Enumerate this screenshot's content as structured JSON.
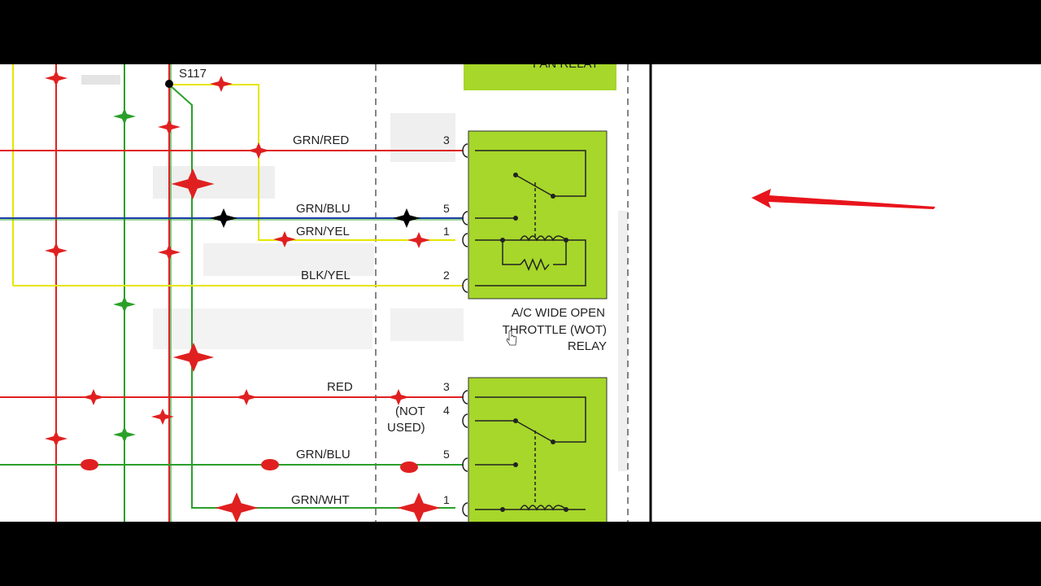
{
  "splice_label": "S117",
  "fan_relay_label": "FAN RELAY",
  "relay1": {
    "caption_lines": [
      "A/C WIDE OPEN",
      "THROTTLE (WOT)",
      "RELAY"
    ],
    "wires": [
      {
        "pin": "3",
        "color": "GRN/RED"
      },
      {
        "pin": "5",
        "color": "GRN/BLU"
      },
      {
        "pin": "1",
        "color": "GRN/YEL"
      },
      {
        "pin": "2",
        "color": "BLK/YEL"
      }
    ]
  },
  "relay2": {
    "not_used_lines": [
      "(NOT",
      "USED)"
    ],
    "wires": [
      {
        "pin": "3",
        "color": "RED"
      },
      {
        "pin": "4",
        "color": ""
      },
      {
        "pin": "5",
        "color": "GRN/BLU"
      },
      {
        "pin": "1",
        "color": "GRN/WHT"
      }
    ]
  },
  "colors": {
    "relay_fill": "#a6d72a",
    "wire_red": "#e02020",
    "wire_green": "#2aa02a",
    "wire_yellow": "#e6e600",
    "wire_blue": "#1a3fa8",
    "arrow": "#e8141c"
  },
  "icons": [
    "red-arrow-icon",
    "hand-cursor-icon"
  ]
}
